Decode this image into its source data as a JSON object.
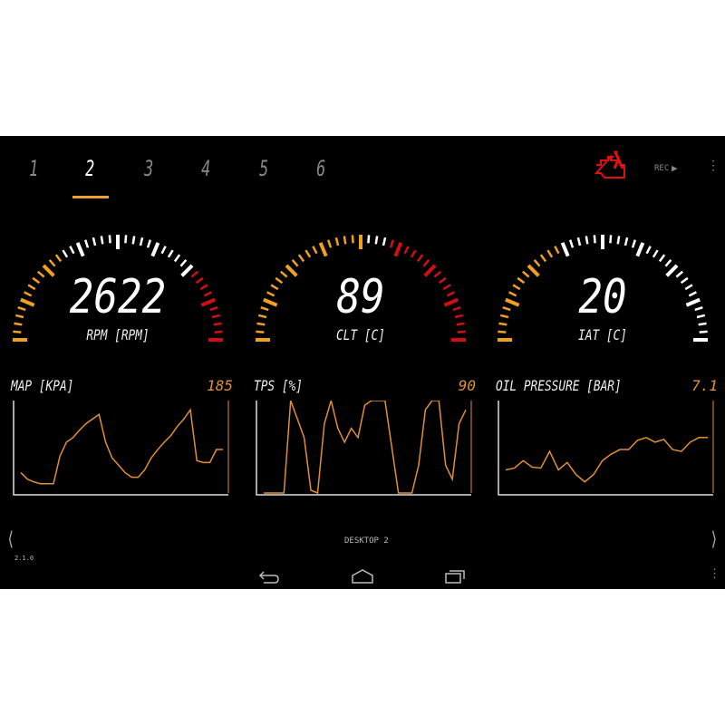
{
  "tabs": [
    "1",
    "2",
    "3",
    "4",
    "5",
    "6"
  ],
  "active_tab": 1,
  "header": {
    "rec_label": "REC",
    "engine_warning_color": "#e01010"
  },
  "gauges": [
    {
      "value": "2622",
      "label": "RPM [RPM]",
      "zones": [
        {
          "to": 0.3,
          "color": "#f0a020"
        },
        {
          "to": 0.75,
          "color": "#ffffff"
        },
        {
          "to": 1,
          "color": "#d01010"
        }
      ]
    },
    {
      "value": "89",
      "label": "CLT [C]",
      "zones": [
        {
          "to": 0.5,
          "color": "#f0a020"
        },
        {
          "to": 0.58,
          "color": "#ffffff"
        },
        {
          "to": 1,
          "color": "#d01010"
        }
      ]
    },
    {
      "value": "20",
      "label": "IAT [C]",
      "zones": [
        {
          "to": 0.36,
          "color": "#f0a020"
        },
        {
          "to": 1,
          "color": "#ffffff"
        }
      ]
    }
  ],
  "charts": [
    {
      "title": "MAP [KPA]",
      "value": "185",
      "series": [
        0.22,
        0.15,
        0.12,
        0.1,
        0.1,
        0.1,
        0.4,
        0.55,
        0.6,
        0.68,
        0.75,
        0.8,
        0.85,
        0.55,
        0.38,
        0.3,
        0.22,
        0.17,
        0.17,
        0.25,
        0.38,
        0.47,
        0.55,
        0.62,
        0.72,
        0.8,
        0.9,
        0.35,
        0.33,
        0.33,
        0.47,
        0.47
      ]
    },
    {
      "title": "TPS [%]",
      "value": "90",
      "series": [
        0,
        0,
        0,
        0,
        1,
        0.8,
        0.6,
        0.03,
        0,
        0.75,
        1,
        0.7,
        0.55,
        0.7,
        0.6,
        0.95,
        1,
        1,
        1,
        0.5,
        0,
        0,
        0,
        0.3,
        0.9,
        1,
        1,
        0.3,
        0.15,
        0.75,
        0.9
      ]
    },
    {
      "title": "OIL PRESSURE [BAR]",
      "value": "7.1",
      "series": [
        0.25,
        0.27,
        0.35,
        0.28,
        0.27,
        0.45,
        0.25,
        0.33,
        0.2,
        0.12,
        0.2,
        0.35,
        0.42,
        0.47,
        0.47,
        0.57,
        0.6,
        0.55,
        0.58,
        0.47,
        0.45,
        0.55,
        0.6,
        0.6
      ]
    }
  ],
  "line_color": "#e09030",
  "footer": {
    "desktop_label": "DESKTOP 2",
    "version": "2.1.0"
  }
}
